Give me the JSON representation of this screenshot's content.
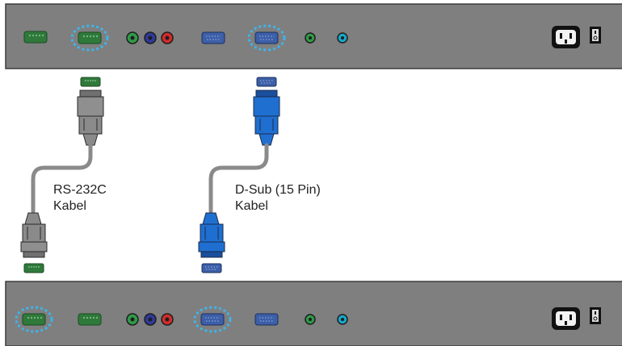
{
  "cables": [
    {
      "id": "rs232c",
      "label_line1": "RS-232C",
      "label_line2": "Kabel"
    },
    {
      "id": "dsub",
      "label_line1": "D-Sub (15 Pin)",
      "label_line2": "Kabel"
    }
  ],
  "colors": {
    "panel": "#7f7f7f",
    "panel_border": "#3c3c3c",
    "rs232_port": "#2f7a3b",
    "vga_port": "#3d5fa8",
    "highlight": "#3fb4ea",
    "gray_cable": "#8a8a8a",
    "blue_cable": "#1f6fd1",
    "audio_green": "#2f9a48",
    "audio_blue": "#17a7c8"
  }
}
